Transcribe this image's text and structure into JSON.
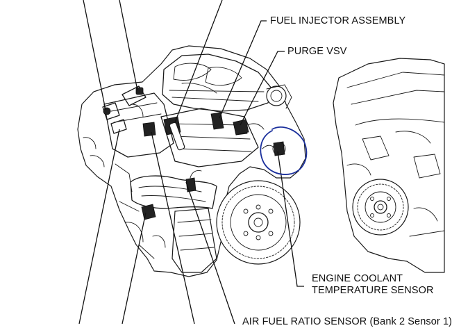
{
  "labels": {
    "fuel_injector": "FUEL INJECTOR ASSEMBLY",
    "purge_vsv": "PURGE VSV",
    "coolant_line1": "ENGINE COOLANT",
    "coolant_line2": "TEMPERATURE SENSOR",
    "air_fuel": "AIR FUEL RATIO SENSOR (Bank 2 Sensor 1)"
  },
  "colors": {
    "ink": "#1a1a1a",
    "annotation_circle": "#1a2f9c"
  }
}
